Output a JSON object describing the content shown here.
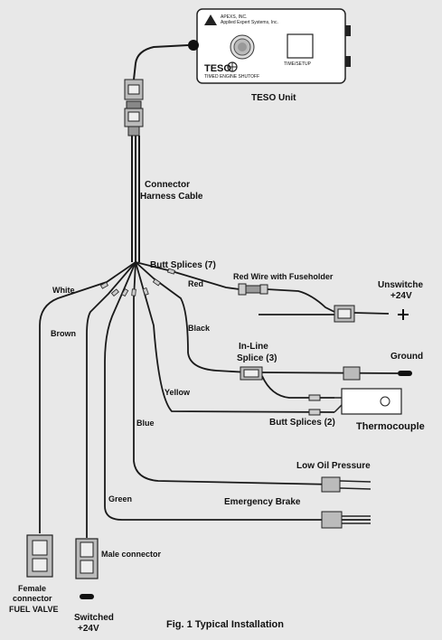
{
  "unit": {
    "brand": "APEXS, INC.",
    "brand_sub": "Applied Expert Systems, Inc.",
    "logo": "TESO",
    "logo_sub": "TIMED ENGINE SHUTOFF",
    "button_label": "TIME/SETUP",
    "caption": "TESO Unit"
  },
  "labels": {
    "connector_harness_1": "Connector",
    "connector_harness_2": "Harness Cable",
    "butt_splices_7": "Butt Splices (7)",
    "red_wire_fuse": "Red Wire with Fuseholder",
    "red": "Red",
    "white": "White",
    "brown": "Brown",
    "black": "Black",
    "unswitched_1": "Unswitche",
    "unswitched_2": "+24V",
    "plus": "+",
    "inline_splice_1": "In-Line",
    "inline_splice_2": "Splice (3)",
    "ground": "Ground",
    "yellow": "Yellow",
    "butt_splices_2": "Butt Splices (2)",
    "thermocouple": "Thermocouple",
    "blue": "Blue",
    "low_oil": "Low Oil Pressure",
    "green": "Green",
    "emergency_brake": "Emergency Brake",
    "male_connector": "Male connector",
    "female_1": "Female",
    "female_2": "connector",
    "female_3": "FUEL VALVE",
    "switched_1": "Switched",
    "switched_2": "+24V",
    "caption": "Fig. 1 Typical Installation"
  },
  "colors": {
    "background": "#e8e8e8",
    "wire": "#1a1a1a",
    "unit_fill": "#ffffff"
  },
  "icons": [
    "knob-icon",
    "ground-minus-icon",
    "plus-icon"
  ]
}
